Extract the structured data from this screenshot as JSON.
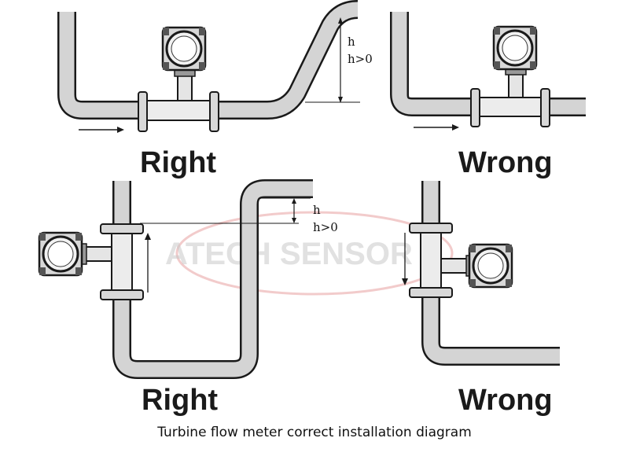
{
  "labels": {
    "top_left": "Right",
    "top_right": "Wrong",
    "bottom_left": "Right",
    "bottom_right": "Wrong"
  },
  "dims": {
    "top_h": "h",
    "top_h_gt0": "h>0",
    "bottom_h": "h",
    "bottom_h_gt0": "h>0"
  },
  "watermark": "ATECH SENSOR",
  "caption": "Turbine flow meter correct installation diagram",
  "colors": {
    "pipe_fill": "#d4d4d4",
    "stroke": "#1a1a1a",
    "watermark_ring": "#e8a0a0"
  }
}
